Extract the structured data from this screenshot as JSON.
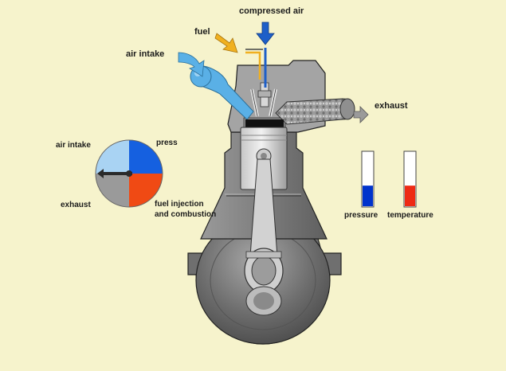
{
  "labels": {
    "compressed_air": "compressed air",
    "fuel": "fuel",
    "air_intake": "air intake",
    "exhaust": "exhaust",
    "dial_air_intake": "air intake",
    "dial_press": "press",
    "dial_exhaust": "exhaust",
    "dial_fuel_line1": "fuel injection",
    "dial_fuel_line2": "and combustion",
    "pressure": "pressure",
    "temperature": "temperature"
  },
  "gauges": {
    "pressure_level": 0.38,
    "temperature_level": 0.38
  },
  "colors": {
    "background": "#f6f3cc",
    "air": "#5ab0e6",
    "compressed_air": "#1e5fc8",
    "fuel": "#f0b020",
    "pressure": "#0033cc",
    "temperature": "#ee2a14",
    "dial_intake": "#a9d3f3",
    "dial_press": "#1560e0",
    "dial_combustion": "#f04a14",
    "dial_exhaust": "#9a9a9a",
    "engine": "#777777"
  },
  "icons": [
    "compressed-air-arrow-icon",
    "fuel-arrow-icon",
    "air-intake-arrow-icon",
    "exhaust-arrow-icon"
  ]
}
